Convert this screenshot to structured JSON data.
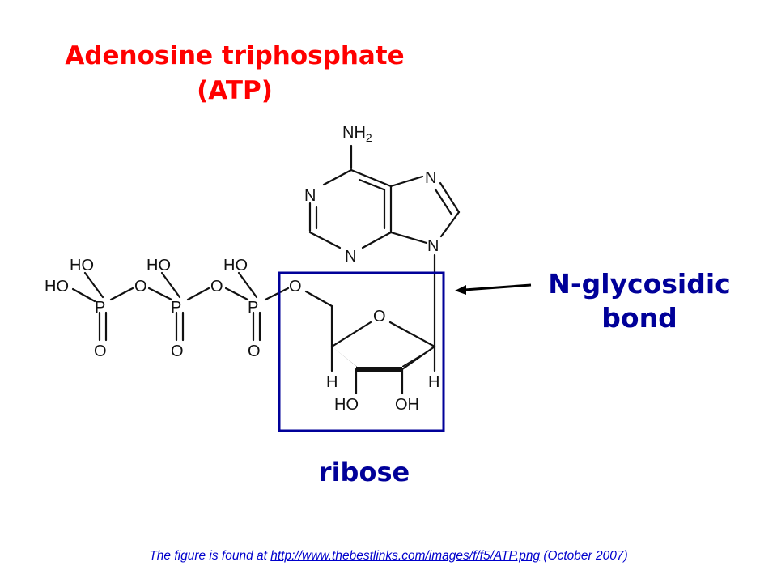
{
  "title": {
    "line1": "Adenosine triphosphate",
    "line2": "(ATP)"
  },
  "bond_label": {
    "line1": "N-glycosidic",
    "line2": "bond"
  },
  "ribose_label": "ribose",
  "footer": {
    "prefix": "The figure is found at ",
    "link": "http://www.thebestlinks.com/images/f/f5/ATP.png",
    "suffix": " (October 2007)"
  },
  "atoms": {
    "nh2": "NH",
    "nh2_sub": "2",
    "n": "N",
    "o": "O",
    "p": "P",
    "h": "H",
    "ho": "HO",
    "oh": "OH"
  },
  "colors": {
    "title": "#ff0000",
    "labels": "#000099",
    "box": "#000099",
    "footer": "#0000cc"
  }
}
